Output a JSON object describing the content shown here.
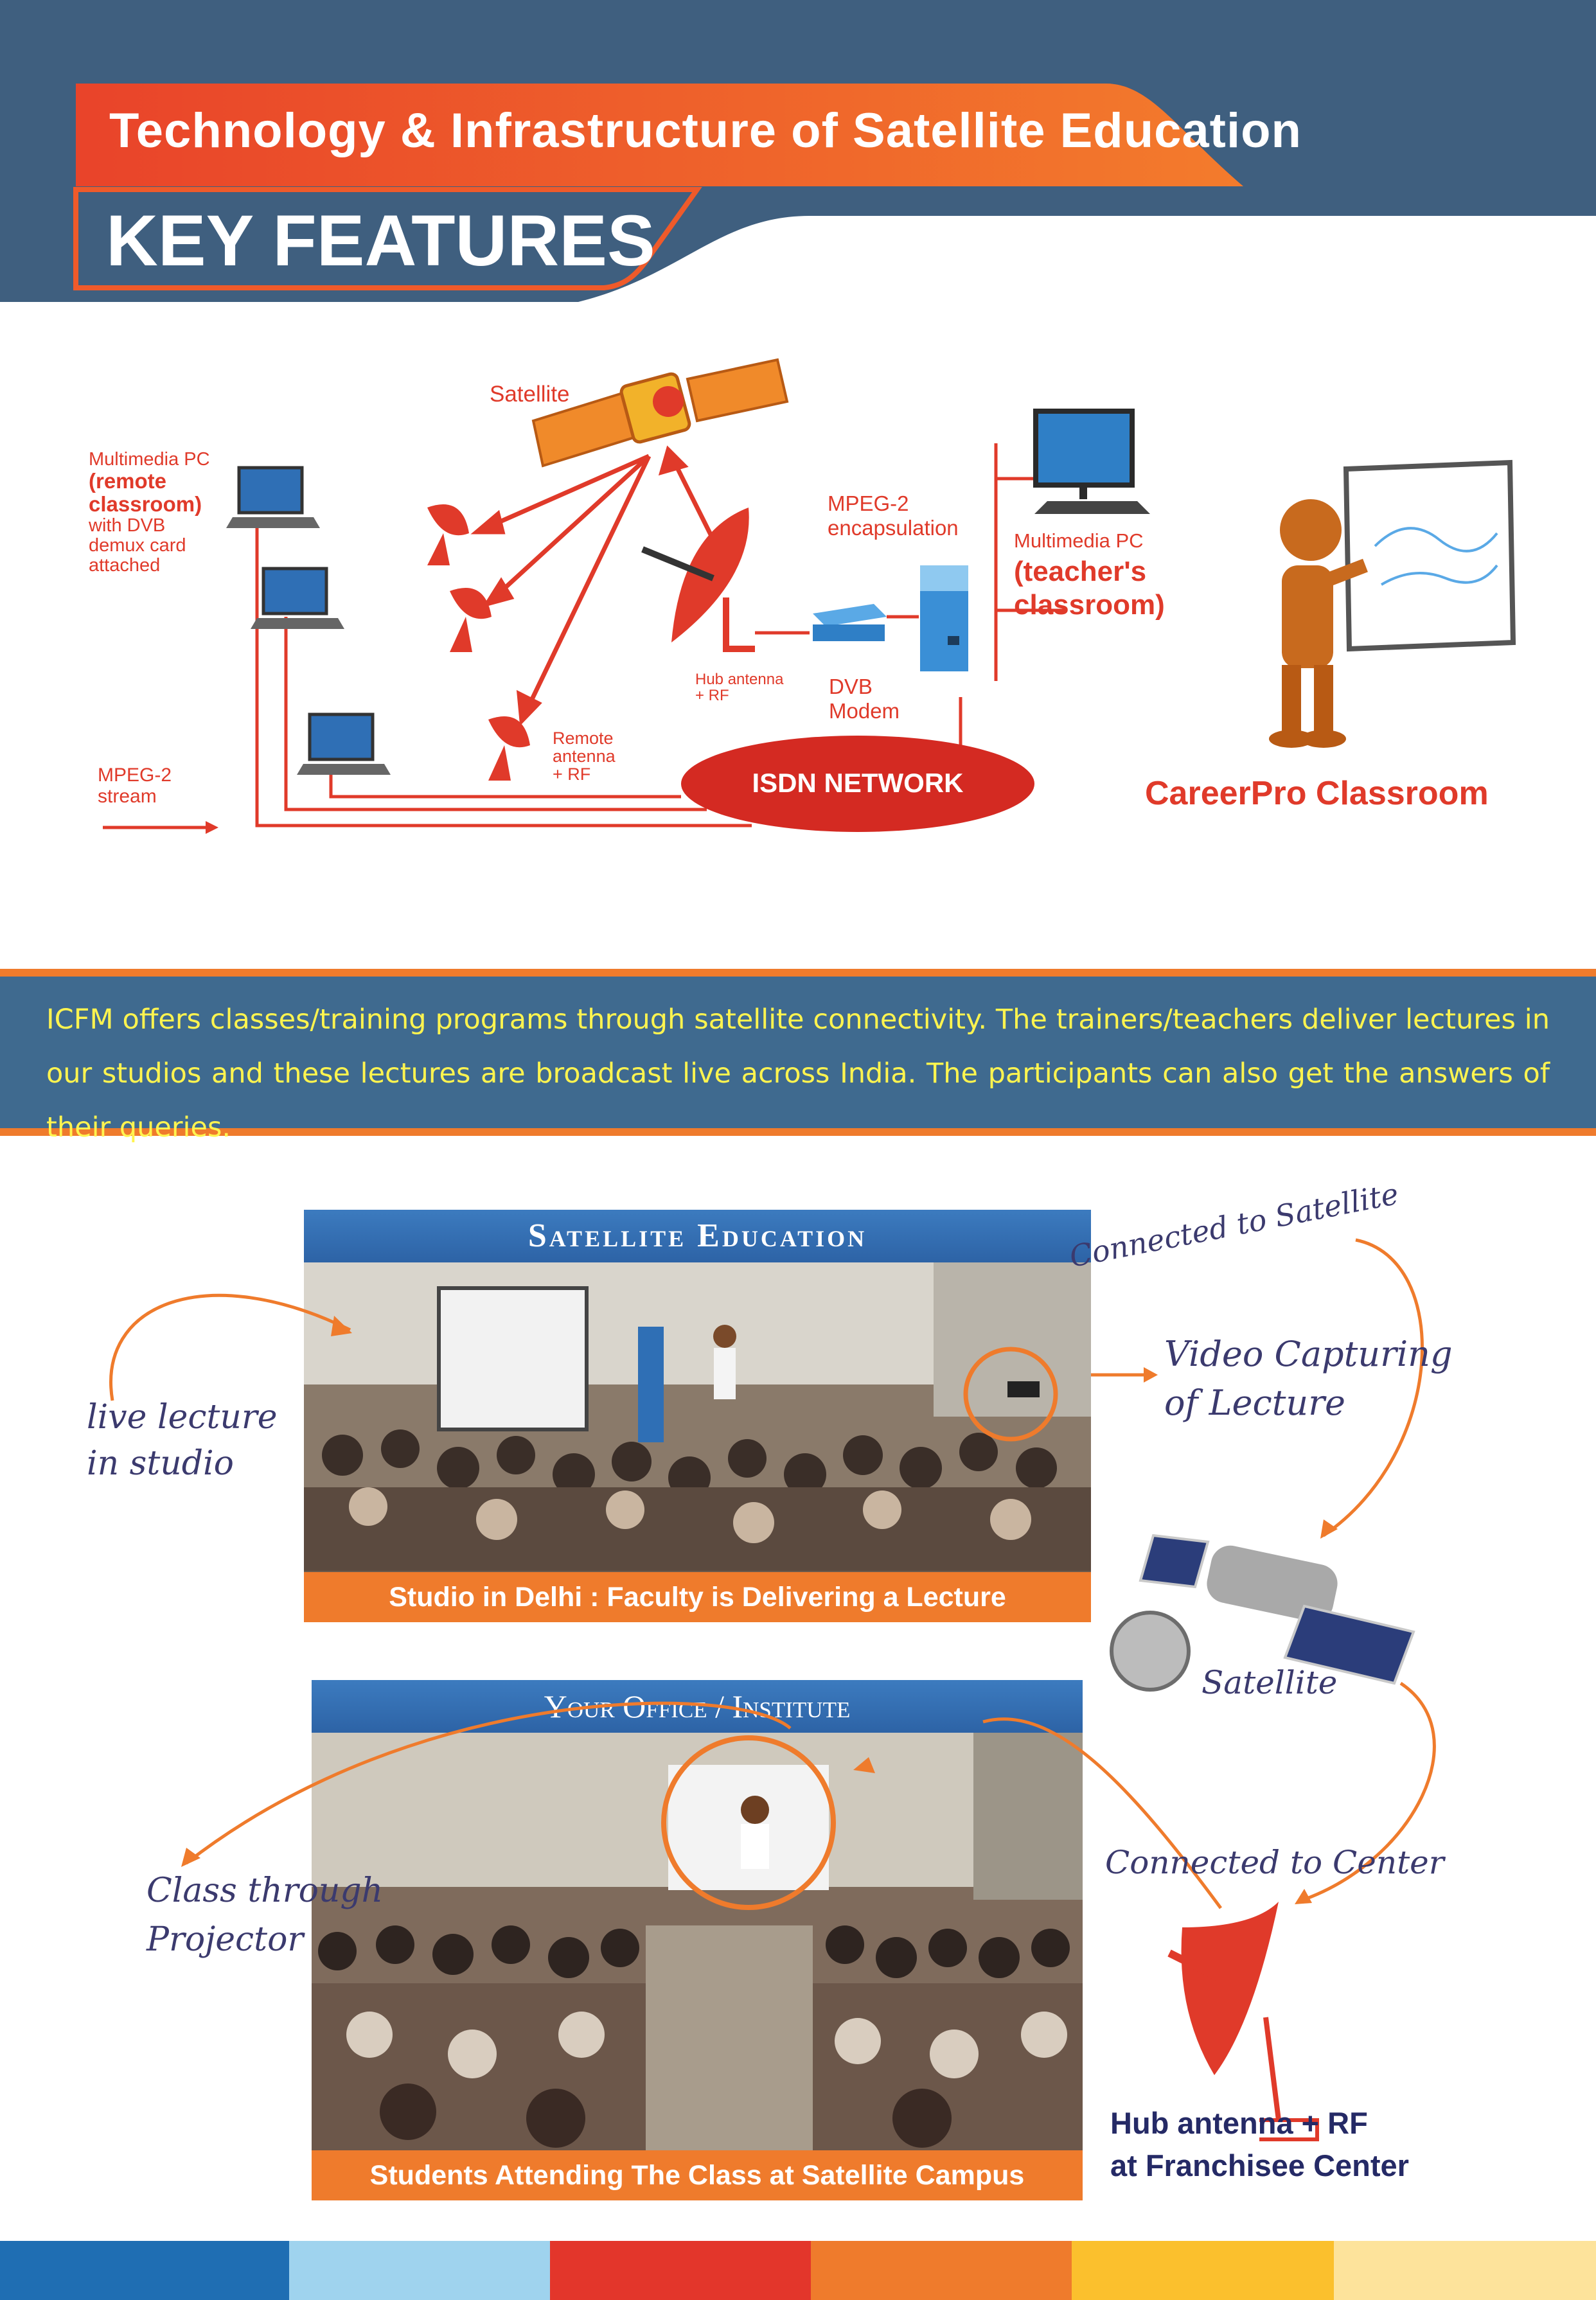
{
  "header": {
    "subtitle": "Technology & Infrastructure  of Satellite Education",
    "title": "KEY FEATURES"
  },
  "diagram": {
    "satellite_label": "Satellite",
    "remote_pc_label": [
      "Multimedia PC",
      "(remote",
      "classroom)",
      "with DVB",
      "demux card",
      "attached"
    ],
    "mpeg_stream_label": [
      "MPEG-2",
      "stream"
    ],
    "mpeg_encapsulation_label": [
      "MPEG-2",
      "encapsulation"
    ],
    "hub_antenna_label": [
      "Hub antenna",
      "+ RF"
    ],
    "dvb_modem_label": [
      "DVB",
      "Modem"
    ],
    "remote_antenna_label": [
      "Remote",
      "antenna",
      "+ RF"
    ],
    "isdn_label": "ISDN NETWORK",
    "teacher_pc_label": [
      "Multimedia PC",
      "(teacher's",
      "classroom)"
    ],
    "careerpro_label": "CareerPro Classroom"
  },
  "band": {
    "text": "ICFM offers classes/training programs through satellite connectivity. The trainers/teachers deliver lectures in our studios and these lectures are broadcast live across India. The participants can also get the  answers of their queries."
  },
  "flow": {
    "studio_title": "Satellite   Education",
    "studio_caption": "Studio in Delhi : Faculty is Delivering a Lecture",
    "office_title": "Your Office / Institute",
    "office_caption": "Students Attending The Class at Satellite Campus",
    "live_lecture": [
      "live lecture",
      "in studio"
    ],
    "connected_satellite": "Connected to Satellite",
    "video_capturing": [
      "Video Capturing",
      "of Lecture"
    ],
    "satellite": "Satellite",
    "connected_center": "Connected to Center",
    "class_projector": [
      "Class through",
      "Projector"
    ],
    "hub_antenna": [
      "Hub antenna + RF",
      "at Franchisee Center"
    ]
  },
  "footer": {
    "colors": [
      "#1f6eb3",
      "#9fd3ee",
      "#e3362b",
      "#ef7b2c",
      "#fbc02d",
      "#fde39b"
    ]
  },
  "colors": {
    "header_blue": "#3f5f7f",
    "orange": "#ef7b2c",
    "red": "#e03a2a",
    "band_text": "#fff44f"
  }
}
